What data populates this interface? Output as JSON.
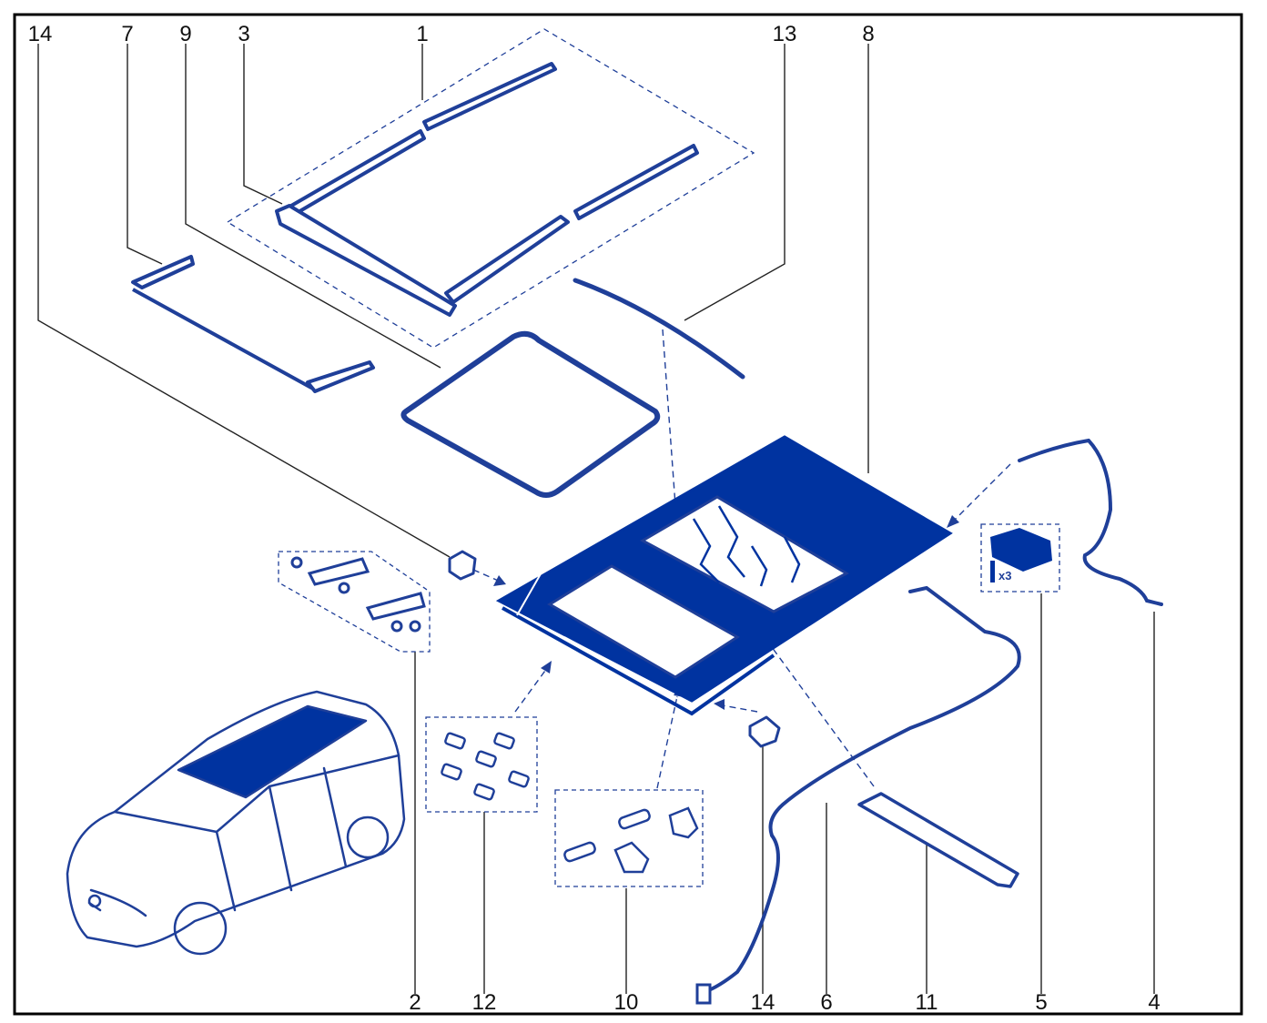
{
  "colors": {
    "part_fill": "#0033a0",
    "line": "#1f3f99",
    "leader": "#222222",
    "frame": "#000000",
    "background": "#ffffff"
  },
  "callouts": {
    "top": [
      "14",
      "7",
      "9",
      "3",
      "1",
      "13",
      "8"
    ],
    "bottom": [
      "2",
      "12",
      "10",
      "14",
      "6",
      "11",
      "5",
      "4"
    ]
  },
  "motor_kit": {
    "quantity": "x3"
  },
  "icons": [
    "sunroof-trim-strips",
    "wind-deflector",
    "glass-seal",
    "rear-seal-strip",
    "roof-frame-assembly",
    "drain-hose",
    "drive-cable",
    "motor-unit",
    "guide-rail-kit",
    "slider-pads",
    "bracket-kit",
    "mounting-bracket",
    "rear-cover-trim",
    "vehicle-illustration"
  ]
}
